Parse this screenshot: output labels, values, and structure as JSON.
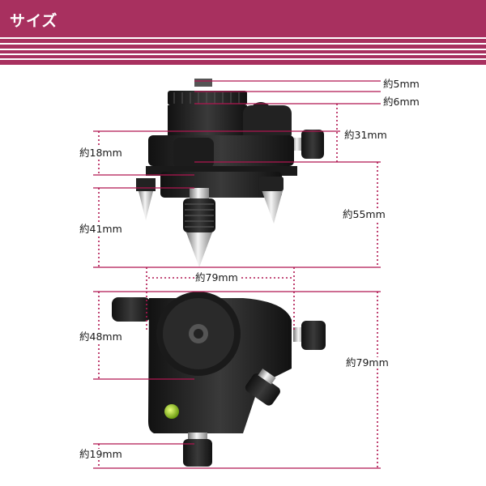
{
  "header": {
    "title": "サイズ",
    "accent_color": "#a8305f"
  },
  "line_color": "#b01650",
  "dimensions": {
    "top_screw": "約5mm",
    "top_ring": "約6mm",
    "upper_body": "約31mm",
    "left_18": "約18mm",
    "left_41": "約41mm",
    "total_height": "約55mm",
    "base_width": "約79mm",
    "lower_48": "約48mm",
    "lower_79": "約79mm",
    "lower_19": "約19mm"
  }
}
